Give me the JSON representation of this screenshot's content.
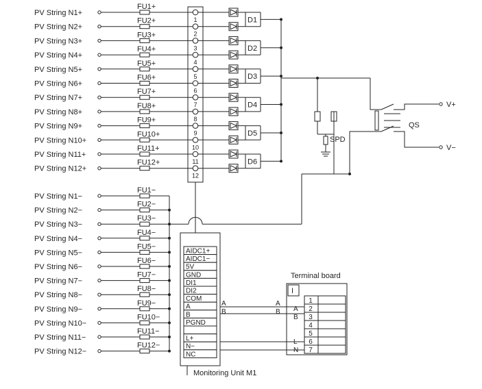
{
  "pos_strings": [
    "PV String N1+",
    "PV String N2+",
    "PV String N3+",
    "PV String N4+",
    "PV String N5+",
    "PV String N6+",
    "PV String N7+",
    "PV String N8+",
    "PV String N9+",
    "PV String N10+",
    "PV String N11+",
    "PV String N12+"
  ],
  "pos_fuses": [
    "FU1+",
    "FU2+",
    "FU3+",
    "FU4+",
    "FU5+",
    "FU6+",
    "FU7+",
    "FU8+",
    "FU9+",
    "FU10+",
    "FU11+",
    "FU12+"
  ],
  "terminal_numbers": [
    "1",
    "2",
    "3",
    "4",
    "5",
    "6",
    "7",
    "8",
    "9",
    "10",
    "11",
    "12"
  ],
  "diodes": [
    "D1",
    "D2",
    "D3",
    "D4",
    "D5",
    "D6"
  ],
  "neg_strings": [
    "PV String N1−",
    "PV String N2−",
    "PV String N3−",
    "PV String N4−",
    "PV String N5−",
    "PV String N6−",
    "PV String N7−",
    "PV String N8−",
    "PV String N9−",
    "PV String N10−",
    "PV String N11−",
    "PV String N12−"
  ],
  "neg_fuses": [
    "FU1−",
    "FU2−",
    "FU3−",
    "FU4−",
    "FU5−",
    "FU6−",
    "FU7−",
    "FU8−",
    "FU9−",
    "FU10−",
    "FU11−",
    "FU12−"
  ],
  "spd_label": "SPD",
  "switch_label": "QS",
  "output_pos": "V+",
  "output_neg": "V−",
  "monitoring_unit": {
    "title": "Monitoring Unit M1",
    "pins": [
      "AIDC1+",
      "AIDC1−",
      "5V",
      "GND",
      "DI1",
      "DI2",
      "COM",
      "A",
      "B",
      "PGND",
      "",
      "L+",
      "N−",
      "NC"
    ]
  },
  "terminal_board": {
    "title": "Terminal board",
    "header": "I",
    "rows": [
      {
        "left": "",
        "num": "1"
      },
      {
        "left": "A",
        "num": "2"
      },
      {
        "left": "B",
        "num": "3"
      },
      {
        "left": "",
        "num": "4"
      },
      {
        "left": "",
        "num": "5"
      },
      {
        "left": "L",
        "num": "6"
      },
      {
        "left": "N",
        "num": "7"
      }
    ]
  },
  "bus_labels": {
    "a1": "A",
    "b1": "B",
    "a2": "A",
    "b2": "B"
  }
}
